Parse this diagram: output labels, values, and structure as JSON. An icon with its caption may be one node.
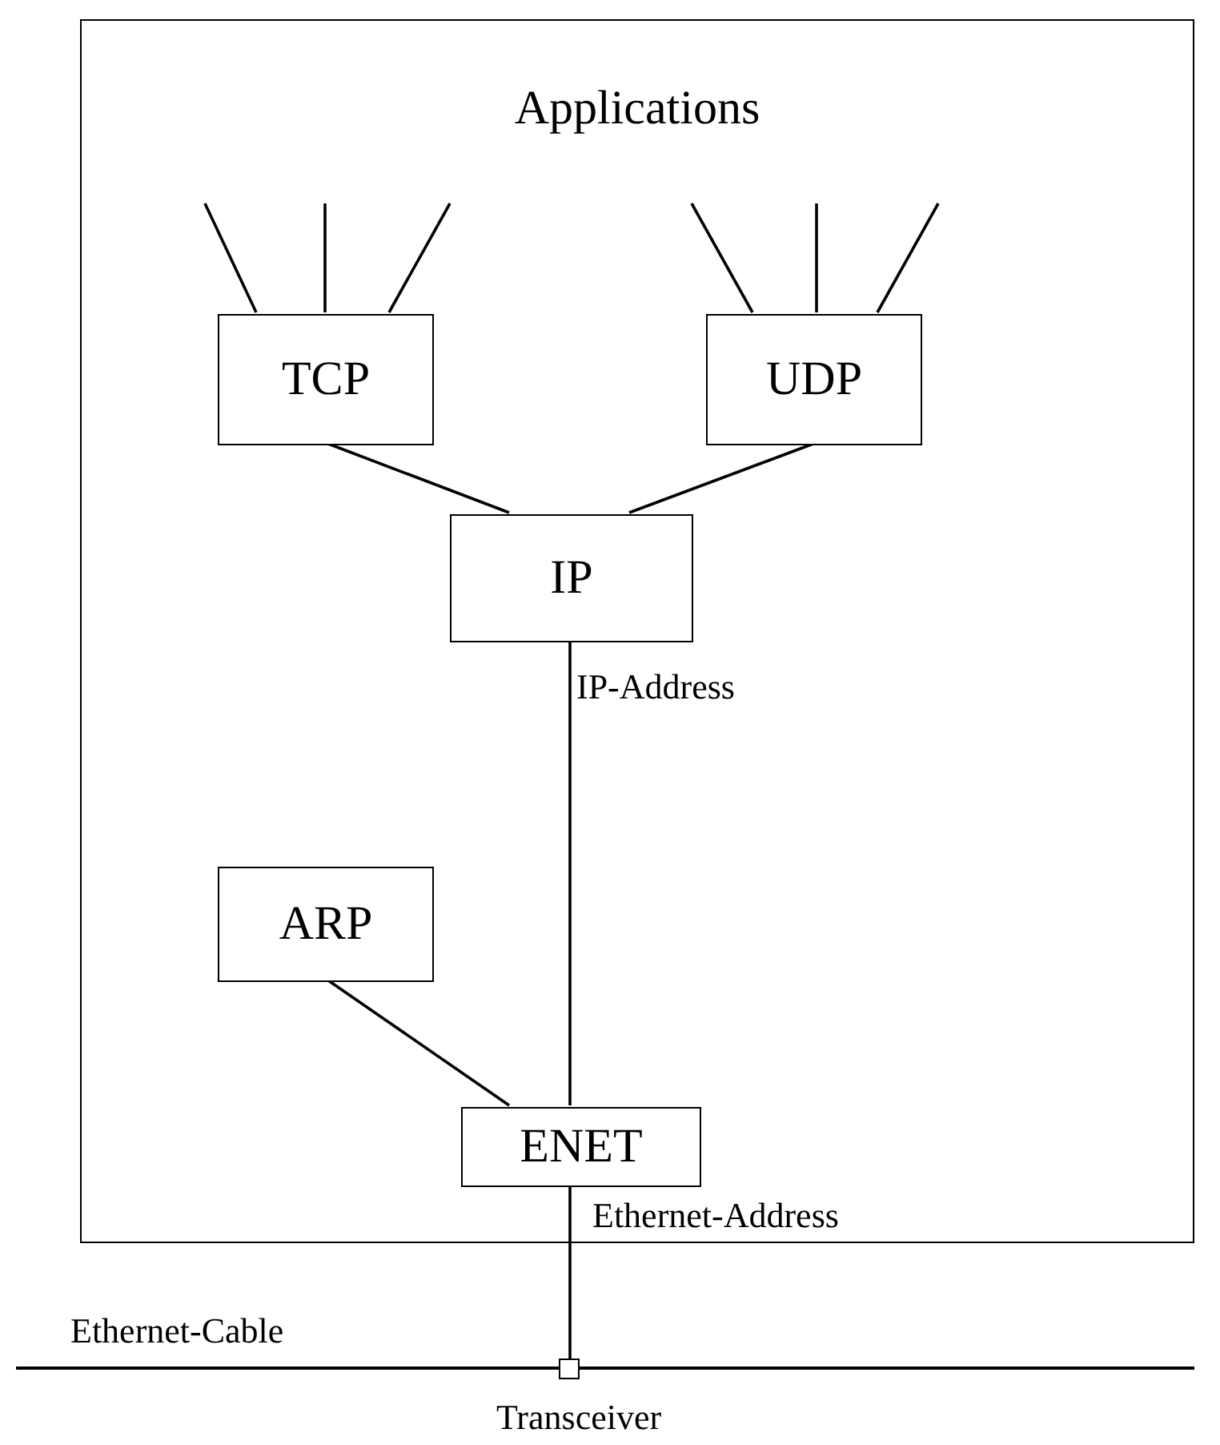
{
  "diagram": {
    "nodes": [
      {
        "text": [
          "Applications"
        ]
      },
      {
        "text": [
          "TCP"
        ],
        "in": 0
      },
      {
        "text": [
          "UDP"
        ],
        "in": 0
      },
      {
        "text": [
          "IP"
        ],
        "in": 0
      },
      {
        "text": [
          "ARP"
        ],
        "in": 0
      },
      {
        "text": [
          "ENET"
        ],
        "in": 0
      },
      {
        "text": [],
        "shape": "box",
        "beside": [
          "Transceiver"
        ]
      },
      {
        "text": [],
        "shape": "bar",
        "beside": [
          "Ethernet-Cable"
        ]
      }
    ],
    "edges": [
      {
        "from": 1,
        "to": null,
        "arrow": "none"
      },
      {
        "from": 1,
        "to": null,
        "arrow": "none"
      },
      {
        "from": 1,
        "to": null,
        "arrow": "none"
      },
      {
        "from": 2,
        "to": null,
        "arrow": "none"
      },
      {
        "from": 2,
        "to": null,
        "arrow": "none"
      },
      {
        "from": 2,
        "to": null,
        "arrow": "none"
      },
      {
        "from": 1,
        "to": 3,
        "arrow": "none"
      },
      {
        "from": 2,
        "to": 3,
        "arrow": "none"
      },
      {
        "from": 3,
        "to": 5,
        "label": "IP-Address",
        "arrow": "none"
      },
      {
        "from": 4,
        "to": 5,
        "arrow": "none"
      },
      {
        "from": 5,
        "to": 6,
        "label": "Ethernet-Address",
        "arrow": "none"
      }
    ]
  }
}
